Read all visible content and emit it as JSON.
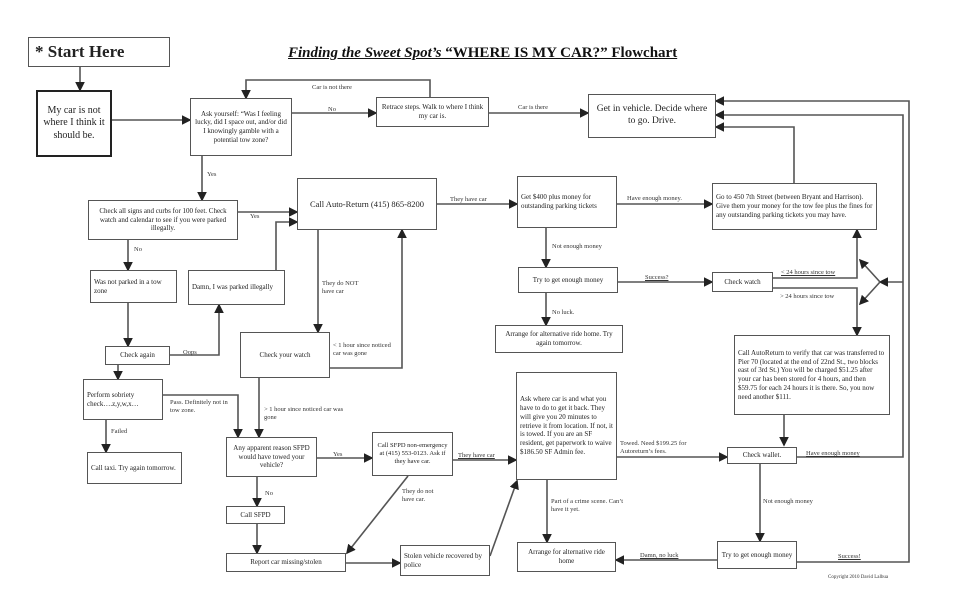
{
  "title": {
    "italic_part": "Finding the Sweet Spot’s",
    "main_part": " “WHERE IS MY CAR?”  Flowchart"
  },
  "copyright": "Copyright 2010 David Lalbua",
  "nodes": {
    "start": "* Start Here",
    "mycar": "My car is not where I think it should be.",
    "ask": "Ask yourself: “Was I feeling lucky, did I space out, and/or did I knowingly gamble with a potential tow zone?",
    "retrace": "Retrace steps.  Walk to where I think my car is.",
    "getin": "Get in vehicle. Decide where to go. Drive.",
    "checksigns": "Check all signs and curbs for 100 feet.  Check watch and calendar to see if you were parked illegally.",
    "callauto": "Call Auto-Return (415) 865-8200",
    "get400": "Get $400 plus money for outstanding parking tickets",
    "go450": "Go to 450 7th Street (between Bryant and Harrison).  Give them your money for the tow fee plus the fines for any outstanding parking tickets you may have.",
    "wasnot": "Was not parked in a tow zone",
    "damn": "Damn, I was parked illegally",
    "tryget1": "Try to get enough money",
    "checkwatch2": "Check watch",
    "arrange1": "Arrange for alternative ride home. Try again tomorrow.",
    "checkagain": "Check again",
    "checkyourwatch": "Check your watch",
    "callauto2": "Call AutoReturn to verify that car was transferred to Pier 70 (located at the end of 22nd St., two blocks east of 3rd St.) You will be charged $51.25 after your car has been stored for 4 hours, and then $59.75 for each 24 hours it is there. So, you now need another $111.",
    "perform": "Perform sobriety check….z,y,w,x…",
    "askwhere": "Ask where car is and what you have to do to get it back.  They will give you 20 minutes to retrieve it from location.  If not, it is towed. If you are an SF resident, get paperwork to waive $186.50 SF Admin fee.",
    "anyreason": "Any apparent reason SFPD would have towed your vehicle?",
    "callsfpdnon": "Call SFPD non-emergency at (415) 553-0123.  Ask if they have car.",
    "checkwallet": "Check wallet.",
    "calltaxi": "Call taxi. Try again tomorrow.",
    "callsfpd": "Call SFPD",
    "report": "Report car missing/stolen",
    "stolen": "Stolen vehicle recovered by police",
    "arrange2": "Arrange for alternative ride home",
    "tryget2": "Try to get enough money"
  },
  "edges": {
    "no1": "No",
    "car_not_there": "Car is not there",
    "car_there": "Car is there",
    "yes1": "Yes",
    "yes2": "Yes",
    "no2": "No",
    "oops": "Oops",
    "they_do_not": "They do NOT have car",
    "lt1hour": "< 1 hour since noticed car was gone",
    "pass": "Pass. Definitely not in tow zone.",
    "failed": "Failed",
    "gt1hour": "> 1 hour since noticed car was gone",
    "yes3": "Yes",
    "no3": "No",
    "they_do_not2": "They do not have car.",
    "they_have1": "They have car",
    "they_have2": "They have car",
    "have_enough1": "Have enough money.",
    "not_enough1": "Not enough money",
    "success1": "Success?",
    "no_luck": "No luck.",
    "lt24": "< 24 hours since tow",
    "gt24": "> 24 hours since tow",
    "have_enough2": "Have enough money",
    "not_enough2": "Not enough money",
    "success2": "Success!",
    "damn_no_luck": "Damn, no luck",
    "towed": "Towed. Need $199.25 for Autoreturn’s fees.",
    "crime": "Part of a crime scene. Can’t have it yet."
  }
}
